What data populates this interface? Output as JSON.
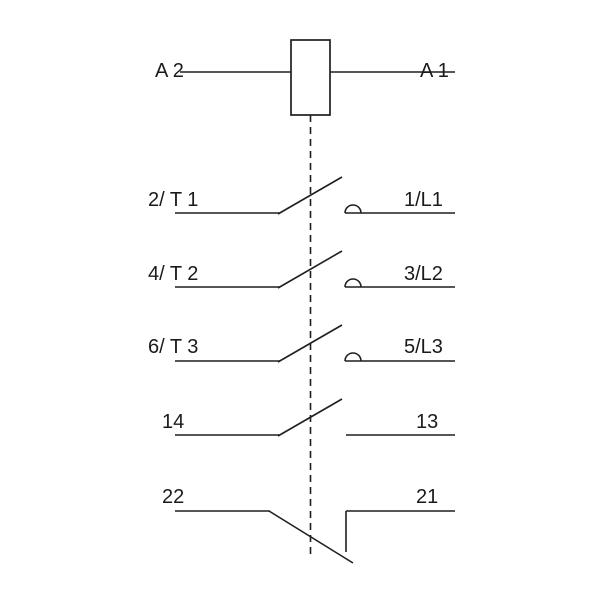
{
  "diagram": {
    "title": "contactor-schematic",
    "colors": {
      "line": "#1f1f1f",
      "background": "#ffffff",
      "text": "#1a1a1a"
    },
    "coil": {
      "left_label": "A 2",
      "right_label": "A 1"
    },
    "contacts": [
      {
        "left_label": "2/ T 1",
        "right_label": "1/L1",
        "kind": "no-main-contact"
      },
      {
        "left_label": "4/ T 2",
        "right_label": "3/L2",
        "kind": "no-main-contact"
      },
      {
        "left_label": "6/ T 3",
        "right_label": "5/L3",
        "kind": "no-main-contact"
      },
      {
        "left_label": "14",
        "right_label": "13",
        "kind": "no-aux-contact"
      },
      {
        "left_label": "22",
        "right_label": "21",
        "kind": "nc-aux-contact"
      }
    ]
  }
}
